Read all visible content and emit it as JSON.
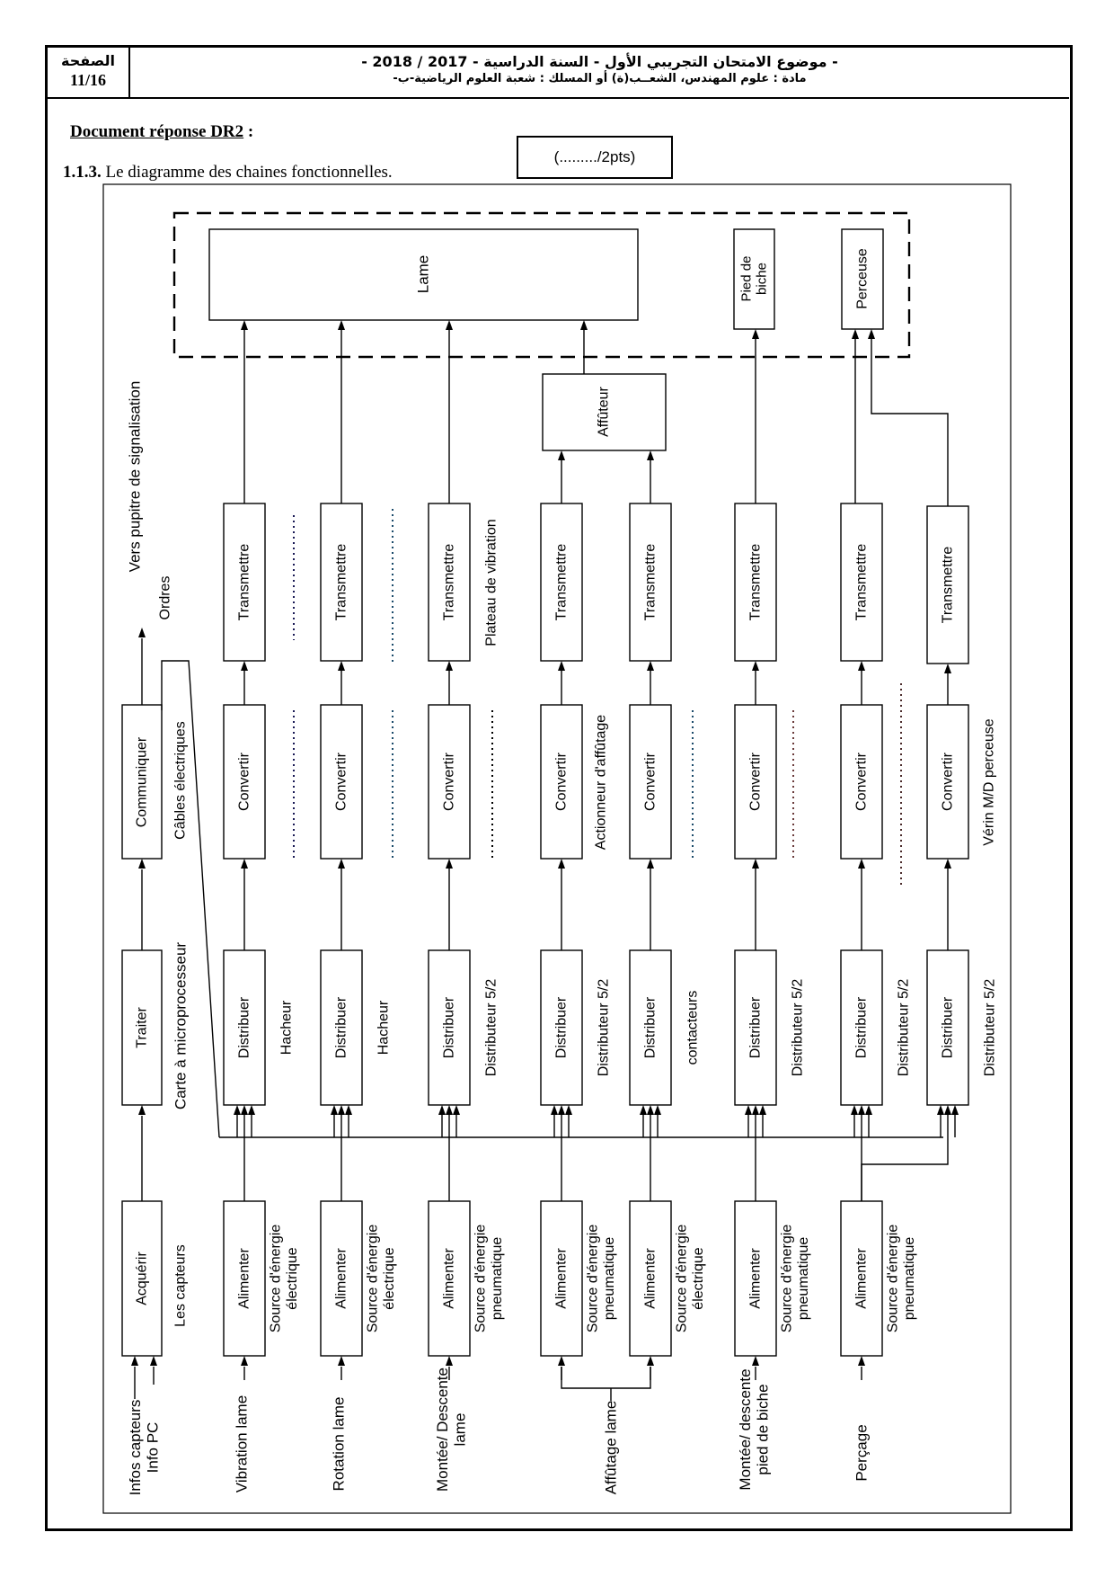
{
  "header": {
    "page_label": "الصفحة",
    "page_number": "11/16",
    "title_line1": "- موضوع الامتحان التجريبي الأول  - السنة الدراسية - 2017 / 2018 -",
    "title_line2": "مادة : علوم المهندس، الشعــب(ة) أو المسلك : شعبة العلوم الرياضية-ب-"
  },
  "document": {
    "title": "Document réponse DR2",
    "title_suffix": " :",
    "question_number": "1.1.3.",
    "question_text": " Le diagramme des chaines fonctionnelles.",
    "score": "(........./2pts)"
  },
  "diagram": {
    "acquisition_chain": {
      "inputs": [
        "Infos capteurs",
        "Info PC"
      ],
      "acquerir": "Acquérir",
      "acquerir_label": "Les capteurs",
      "traiter": "Traiter",
      "traiter_label": "Carte à  microprocesseur",
      "communiquer": "Communiquer",
      "communiquer_label": "Câbles électriques",
      "ordres_label": "Ordres",
      "output_label": "Vers pupitre de signalisation"
    },
    "block_labels": {
      "alimenter": "Alimenter",
      "distribuer": "Distribuer",
      "convertir": "Convertir",
      "transmettre": "Transmettre"
    },
    "chains": [
      {
        "function": "Vibration lame",
        "source": "Source d'énergie électrique",
        "distributor": "Hacheur",
        "actuator": "",
        "transmitter": ""
      },
      {
        "function": "Rotation lame",
        "source": "Source d'énergie électrique",
        "distributor": "Hacheur",
        "actuator": "",
        "transmitter": ""
      },
      {
        "function": "Montée/ Descente lame",
        "source": "Source d'énergie pneumatique",
        "distributor": "Distributeur 5/2",
        "actuator": "",
        "transmitter": "Plateau de vibration"
      },
      {
        "function": "",
        "source": "Source d'énergie pneumatique",
        "distributor": "Distributeur 5/2",
        "actuator": "Actionneur d'affûtage",
        "transmitter": ""
      },
      {
        "function": "",
        "source": "Source d'énergie électrique",
        "distributor": "contacteurs",
        "actuator": "",
        "transmitter": ""
      },
      {
        "function": "Montée/ descente pied de biche",
        "source": "Source d'énergie pneumatique",
        "distributor": "Distributeur 5/2",
        "actuator": "",
        "transmitter": ""
      },
      {
        "function": "Perçage",
        "source": "Source d'énergie pneumatique",
        "distributor": "Distributeur 5/2",
        "actuator": "",
        "transmitter": ""
      },
      {
        "function": "",
        "source": "",
        "distributor": "Distributeur 5/2",
        "actuator": "Vérin M/D perceuse",
        "transmitter": ""
      }
    ],
    "sharpening_function": "Affûtage lame",
    "affuteur": "Affûteur",
    "effectors": {
      "lame": "Lame",
      "pied_de_biche": "Pied de biche",
      "perceuse": "Perceuse"
    }
  }
}
